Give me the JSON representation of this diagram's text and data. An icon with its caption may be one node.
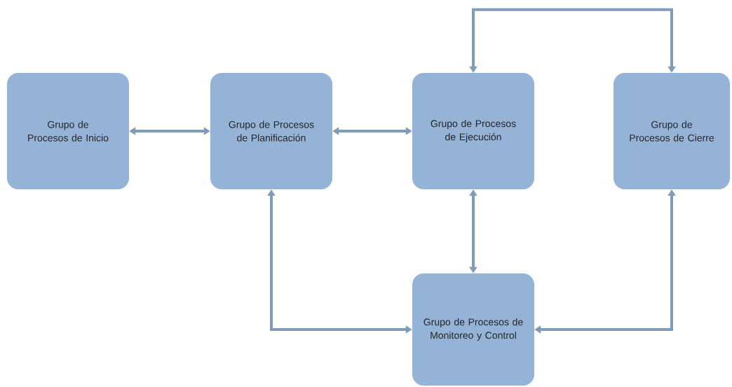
{
  "diagram": {
    "nodes": [
      {
        "text": [
          "Grupo de Procesos de Inicio"
        ]
      },
      {
        "text": [
          "Grupo de Procesos de Planificación"
        ]
      },
      {
        "text": [
          "Grupo de Procesos de Ejecución"
        ]
      },
      {
        "text": [
          "Grupo de Procesos de Cierre"
        ]
      },
      {
        "text": [
          "Grupo de Procesos de Monitoreo y Control"
        ]
      }
    ],
    "edges": [
      {
        "from": 0,
        "to": 1,
        "arrow": "both"
      },
      {
        "from": 1,
        "to": 2,
        "arrow": "both"
      },
      {
        "from": 2,
        "to": 3,
        "arrow": "both"
      },
      {
        "from": 2,
        "to": 4,
        "arrow": "both"
      },
      {
        "from": 1,
        "to": 4,
        "arrow": "both"
      },
      {
        "from": 3,
        "to": 4,
        "arrow": "both"
      }
    ]
  }
}
